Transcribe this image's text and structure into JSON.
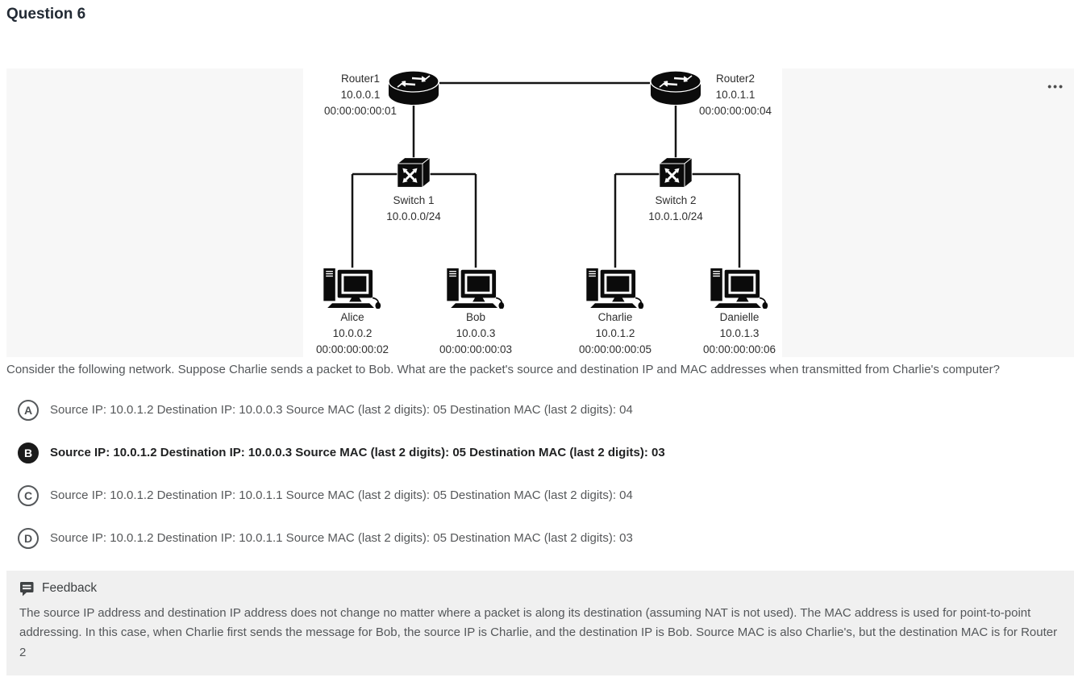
{
  "colors": {
    "title_color": "#232b35",
    "panel_bg": "#f7f7f7",
    "feedback_bg": "#f0f0f0",
    "body_text": "#54575a",
    "option_text": "#56585a",
    "option_border": "#55585b",
    "selected_text": "#1f2021"
  },
  "header": {
    "title": "Question 6"
  },
  "image_panel": {
    "more_icon": "•••"
  },
  "diagram": {
    "router1": {
      "name": "Router1",
      "ip": "10.0.0.1",
      "mac": "00:00:00:00:01"
    },
    "router2": {
      "name": "Router2",
      "ip": "10.0.1.1",
      "mac": "00:00:00:00:04"
    },
    "switch1": {
      "name": "Switch 1",
      "subnet": "10.0.0.0/24"
    },
    "switch2": {
      "name": "Switch 2",
      "subnet": "10.0.1.0/24"
    },
    "hosts": [
      {
        "name": "Alice",
        "ip": "10.0.0.2",
        "mac": "00:00:00:00:02"
      },
      {
        "name": "Bob",
        "ip": "10.0.0.3",
        "mac": "00:00:00:00:03"
      },
      {
        "name": "Charlie",
        "ip": "10.0.1.2",
        "mac": "00:00:00:00:05"
      },
      {
        "name": "Danielle",
        "ip": "10.0.1.3",
        "mac": "00:00:00:00:06"
      }
    ]
  },
  "question": {
    "text": "Consider the following network. Suppose Charlie sends a packet to Bob. What are the packet's source and destination IP and MAC addresses when transmitted from Charlie's computer?"
  },
  "options": [
    {
      "letter": "A",
      "selected": false,
      "text": "Source IP: 10.0.1.2 Destination IP: 10.0.0.3 Source MAC (last 2 digits): 05 Destination MAC (last 2 digits): 04"
    },
    {
      "letter": "B",
      "selected": true,
      "text": "Source IP: 10.0.1.2 Destination IP: 10.0.0.3 Source MAC (last 2 digits): 05 Destination MAC (last 2 digits): 03"
    },
    {
      "letter": "C",
      "selected": false,
      "text": "Source IP: 10.0.1.2 Destination IP: 10.0.1.1 Source MAC (last 2 digits): 05 Destination MAC (last 2 digits): 04"
    },
    {
      "letter": "D",
      "selected": false,
      "text": "Source IP: 10.0.1.2 Destination IP: 10.0.1.1 Source MAC (last 2 digits): 05 Destination MAC (last 2 digits): 03"
    }
  ],
  "feedback": {
    "title": "Feedback",
    "text": "The source IP address and destination IP address does not change no matter where a packet is along its destination (assuming NAT is not used). The MAC address is used for point-to-point addressing. In this case, when Charlie first sends the message for Bob, the source IP is Charlie, and the destination IP is Bob. Source MAC is also Charlie's, but the destination MAC is for Router 2"
  }
}
